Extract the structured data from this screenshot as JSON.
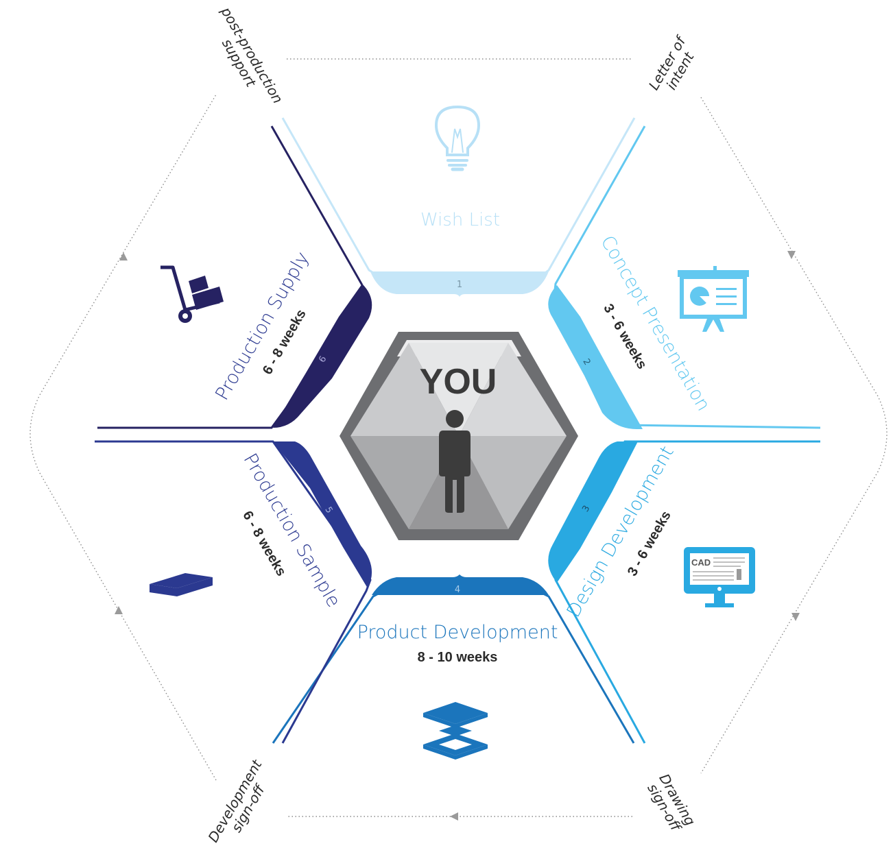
{
  "center": {
    "label": "YOU"
  },
  "segments": [
    {
      "num": "1",
      "title": "Wish List",
      "duration": "",
      "color": "#c5e6f8",
      "icon": "lightbulb-icon"
    },
    {
      "num": "2",
      "title": "Concept Presentation",
      "duration": "3 - 6 weeks",
      "color": "#62c8f0",
      "icon": "presentation-board-icon"
    },
    {
      "num": "3",
      "title": "Design Development",
      "duration": "3 - 6 weeks",
      "color": "#29a9e1",
      "icon": "cad-monitor-icon"
    },
    {
      "num": "4",
      "title": "Product Development",
      "duration": "8 - 10 weeks",
      "color": "#1b75bc",
      "icon": "stacked-boxes-icon"
    },
    {
      "num": "5",
      "title": "Production Sample",
      "duration": "6 - 8 weeks",
      "color": "#2b3990",
      "icon": "flat-box-icon"
    },
    {
      "num": "6",
      "title": "Production Supply",
      "duration": "6 - 8 weeks",
      "color": "#262262",
      "icon": "hand-truck-icon"
    }
  ],
  "icons": {
    "cad_text": "CAD"
  },
  "milestones": [
    {
      "line1": "Letter of",
      "line2": "intent"
    },
    {
      "line1": "Drawing",
      "line2": "sign-off"
    },
    {
      "line1": "Development",
      "line2": "sign-off"
    },
    {
      "line1": "post-production",
      "line2": "support"
    }
  ],
  "colors": {
    "outer_guide": "#8a8a8a",
    "center_rim": "#6d6e71",
    "person": "#3c3c3c"
  }
}
